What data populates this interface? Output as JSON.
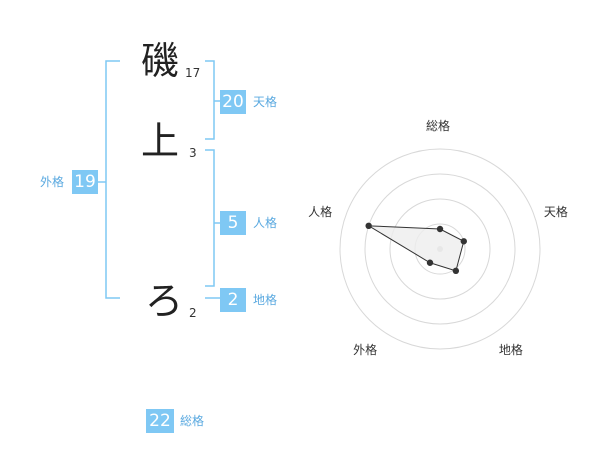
{
  "colors": {
    "accent": "#7fc8f4",
    "label": "#5aa9e0",
    "bracket": "#7fc8f4",
    "text": "#222222",
    "grid": "#d8d8d8",
    "polygon_fill": "#eeeeee",
    "polygon_stroke": "#333333"
  },
  "name": {
    "characters": [
      {
        "char": "磯",
        "strokes": "17"
      },
      {
        "char": "上",
        "strokes": "3"
      },
      {
        "char": "ろ",
        "strokes": "2"
      }
    ]
  },
  "fortunes": {
    "tenkaku": {
      "value": "20",
      "label": "天格"
    },
    "jinkaku": {
      "value": "5",
      "label": "人格"
    },
    "chikaku": {
      "value": "2",
      "label": "地格"
    },
    "gaikaku": {
      "value": "19",
      "label": "外格"
    },
    "soukaku": {
      "value": "22",
      "label": "総格"
    }
  },
  "radar": {
    "axes": [
      "総格",
      "天格",
      "地格",
      "外格",
      "人格"
    ],
    "values": [
      0.2,
      0.25,
      0.27,
      0.17,
      0.75
    ],
    "max": 1
  }
}
